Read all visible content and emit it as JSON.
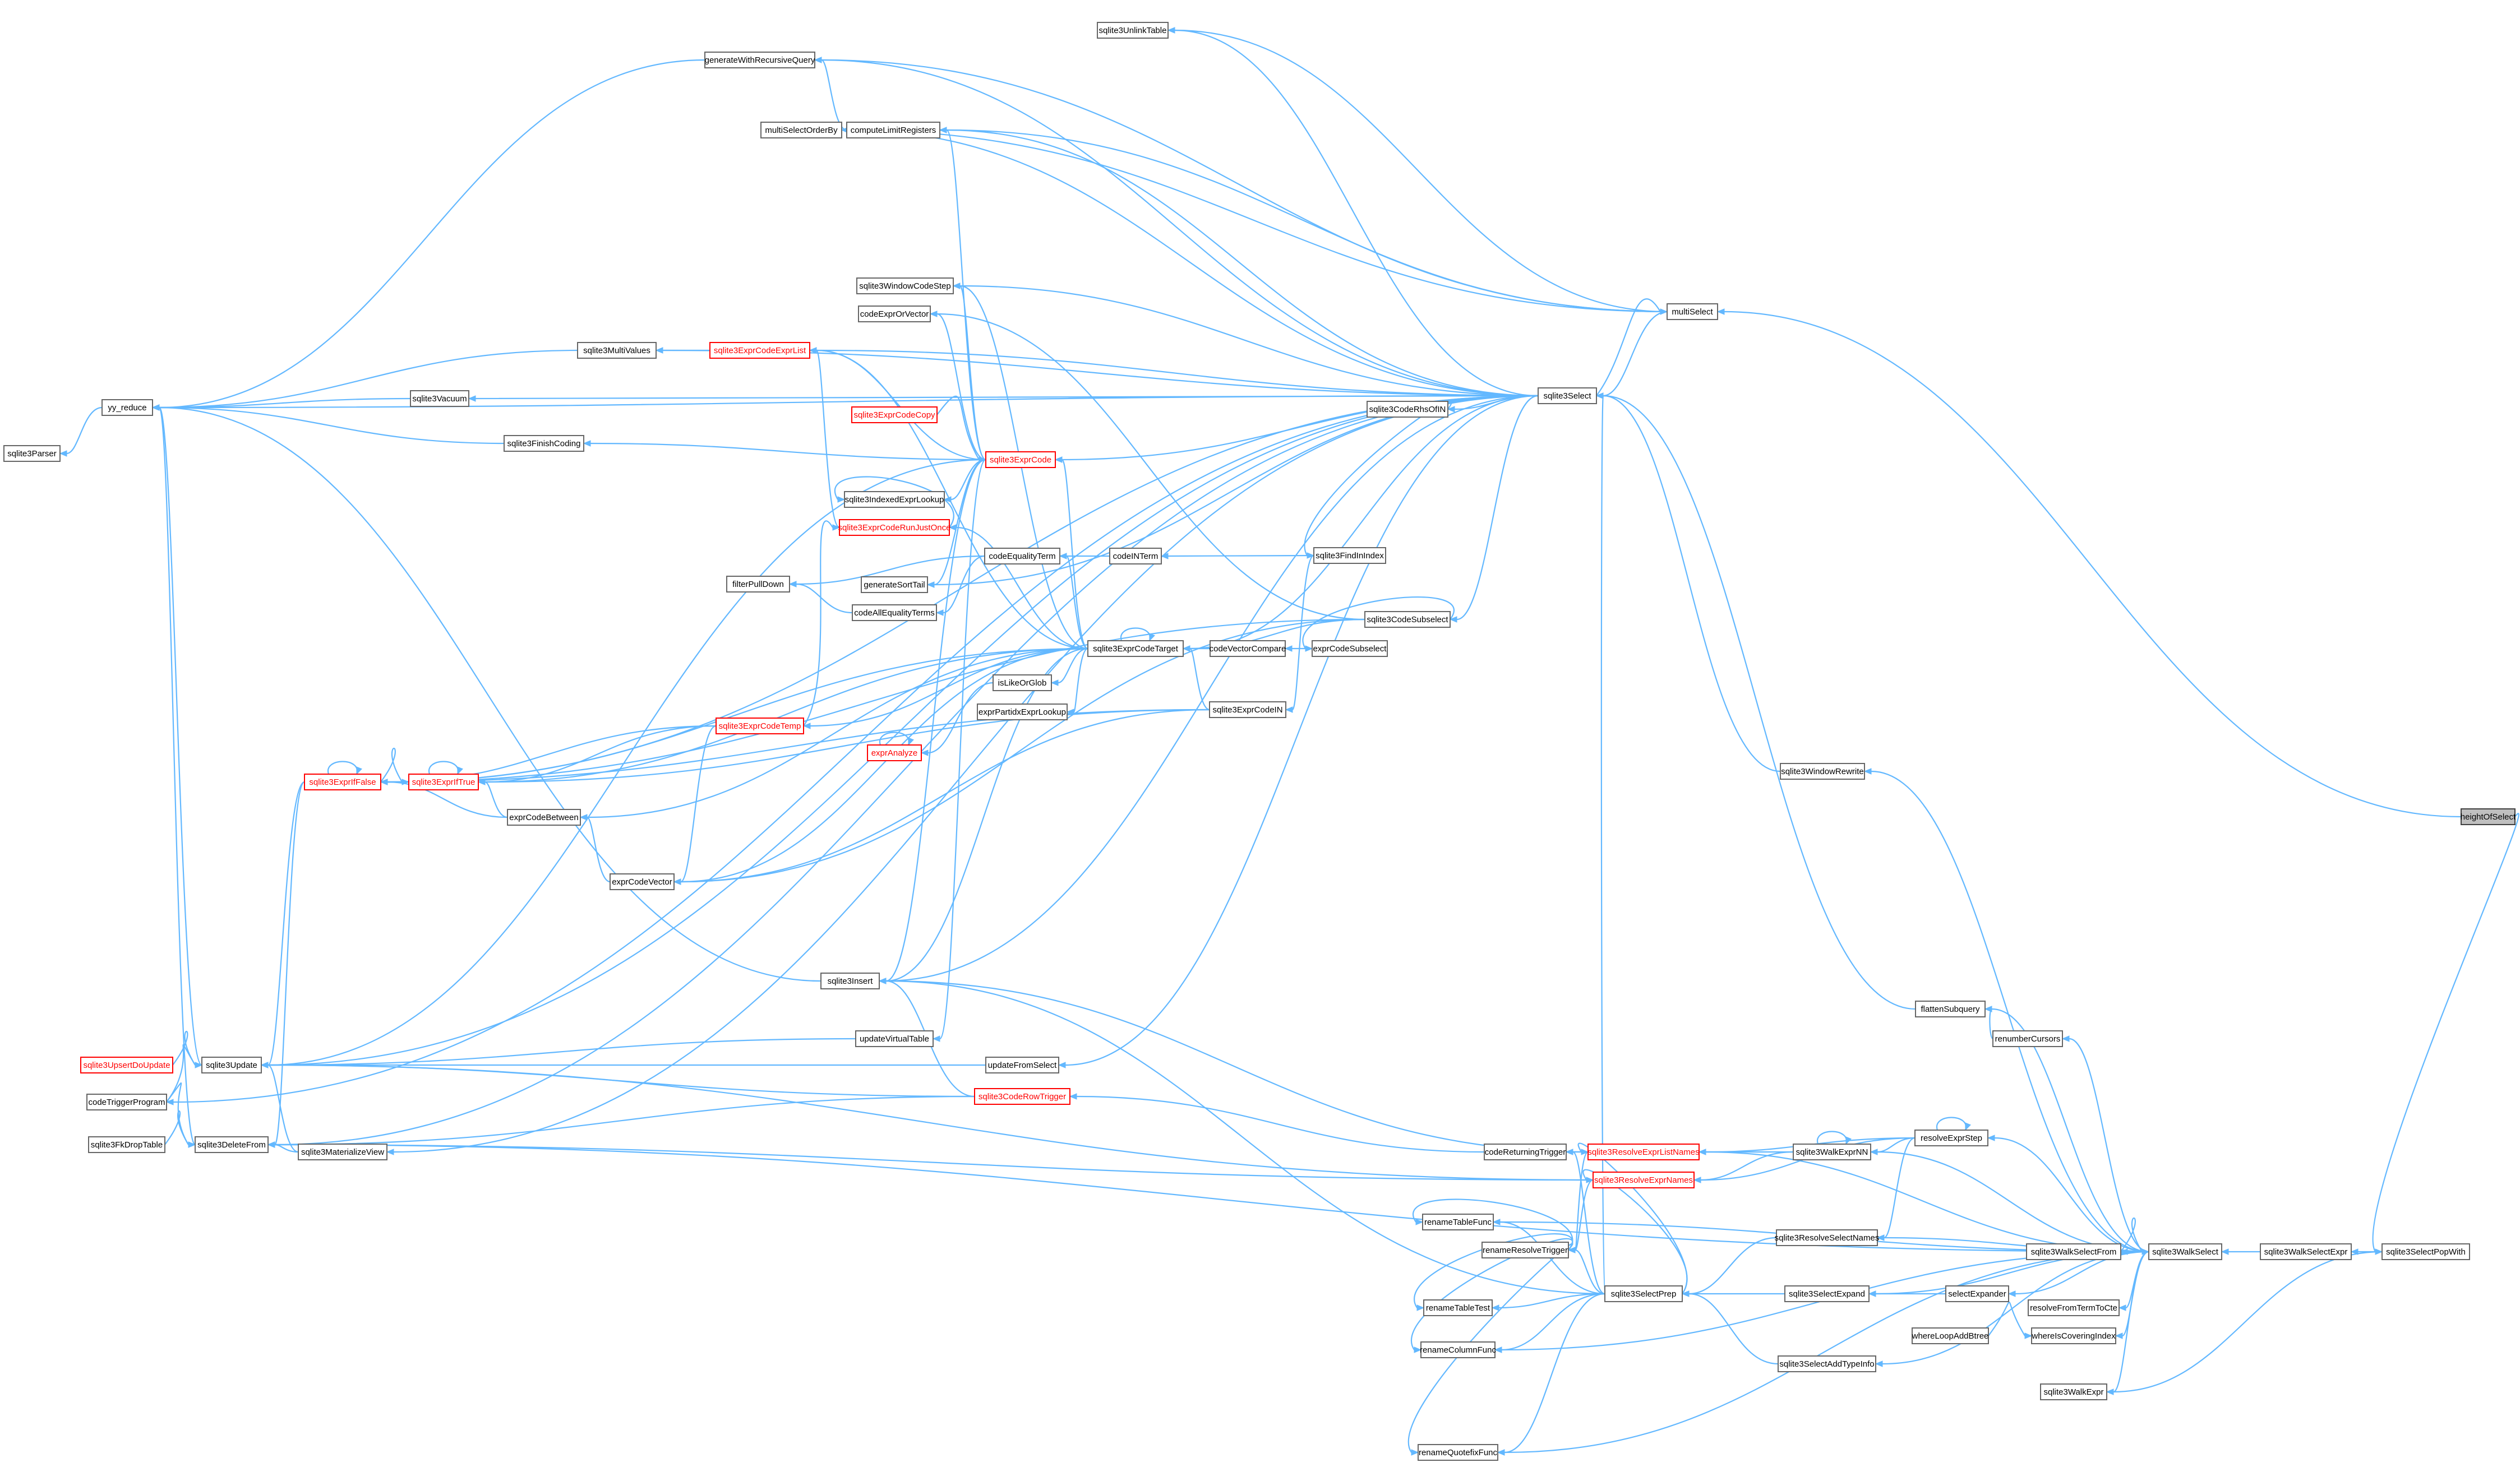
{
  "graph": {
    "nodes": [
      {
        "id": "sqlite3Parser",
        "label": "sqlite3Parser"
      },
      {
        "id": "yy_reduce",
        "label": "yy_reduce"
      },
      {
        "id": "generateWithRecursiveQuery",
        "label": "generateWithRecursiveQuery"
      },
      {
        "id": "sqlite3UnlinkTable",
        "label": "sqlite3UnlinkTable"
      },
      {
        "id": "multiSelectOrderBy",
        "label": "multiSelectOrderBy"
      },
      {
        "id": "computeLimitRegisters",
        "label": "computeLimitRegisters"
      },
      {
        "id": "sqlite3WindowCodeStep",
        "label": "sqlite3WindowCodeStep"
      },
      {
        "id": "codeExprOrVector",
        "label": "codeExprOrVector"
      },
      {
        "id": "sqlite3MultiValues",
        "label": "sqlite3MultiValues"
      },
      {
        "id": "sqlite3ExprCodeExprList",
        "label": "sqlite3ExprCodeExprList",
        "red": true
      },
      {
        "id": "sqlite3Vacuum",
        "label": "sqlite3Vacuum"
      },
      {
        "id": "sqlite3ExprCodeCopy",
        "label": "sqlite3ExprCodeCopy",
        "red": true
      },
      {
        "id": "sqlite3FinishCoding",
        "label": "sqlite3FinishCoding"
      },
      {
        "id": "sqlite3ExprCode",
        "label": "sqlite3ExprCode",
        "red": true
      },
      {
        "id": "sqlite3IndexedExprLookup",
        "label": "sqlite3IndexedExprLookup"
      },
      {
        "id": "sqlite3ExprCodeRunJustOnce",
        "label": "sqlite3ExprCodeRunJustOnce",
        "red": true
      },
      {
        "id": "codeEqualityTerm",
        "label": "codeEqualityTerm"
      },
      {
        "id": "codeINTerm",
        "label": "codeINTerm"
      },
      {
        "id": "filterPullDown",
        "label": "filterPullDown"
      },
      {
        "id": "generateSortTail",
        "label": "generateSortTail"
      },
      {
        "id": "codeAllEqualityTerms",
        "label": "codeAllEqualityTerms"
      },
      {
        "id": "sqlite3ExprCodeTarget",
        "label": "sqlite3ExprCodeTarget"
      },
      {
        "id": "codeVectorCompare",
        "label": "codeVectorCompare"
      },
      {
        "id": "exprCodeSubselect",
        "label": "exprCodeSubselect"
      },
      {
        "id": "isLikeOrGlob",
        "label": "isLikeOrGlob"
      },
      {
        "id": "exprPartidxExprLookup",
        "label": "exprPartidxExprLookup"
      },
      {
        "id": "sqlite3ExprCodeIN",
        "label": "sqlite3ExprCodeIN"
      },
      {
        "id": "sqlite3ExprCodeTemp",
        "label": "sqlite3ExprCodeTemp",
        "red": true
      },
      {
        "id": "exprAnalyze",
        "label": "exprAnalyze",
        "red": true
      },
      {
        "id": "sqlite3ExprIfFalse",
        "label": "sqlite3ExprIfFalse",
        "red": true
      },
      {
        "id": "sqlite3ExprIfTrue",
        "label": "sqlite3ExprIfTrue",
        "red": true
      },
      {
        "id": "exprCodeBetween",
        "label": "exprCodeBetween"
      },
      {
        "id": "exprCodeVector",
        "label": "exprCodeVector"
      },
      {
        "id": "sqlite3Insert",
        "label": "sqlite3Insert"
      },
      {
        "id": "updateVirtualTable",
        "label": "updateVirtualTable"
      },
      {
        "id": "sqlite3UpsertDoUpdate",
        "label": "sqlite3UpsertDoUpdate",
        "red": true
      },
      {
        "id": "sqlite3Update",
        "label": "sqlite3Update"
      },
      {
        "id": "updateFromSelect",
        "label": "updateFromSelect"
      },
      {
        "id": "codeTriggerProgram",
        "label": "codeTriggerProgram"
      },
      {
        "id": "sqlite3CodeRowTrigger",
        "label": "sqlite3CodeRowTrigger",
        "red": true
      },
      {
        "id": "sqlite3FkDropTable",
        "label": "sqlite3FkDropTable"
      },
      {
        "id": "sqlite3DeleteFrom",
        "label": "sqlite3DeleteFrom"
      },
      {
        "id": "sqlite3MaterializeView",
        "label": "sqlite3MaterializeView"
      },
      {
        "id": "sqlite3CodeRhsOfIN",
        "label": "sqlite3CodeRhsOfIN"
      },
      {
        "id": "sqlite3FindInIndex",
        "label": "sqlite3FindInIndex"
      },
      {
        "id": "sqlite3CodeSubselect",
        "label": "sqlite3CodeSubselect"
      },
      {
        "id": "sqlite3Select",
        "label": "sqlite3Select"
      },
      {
        "id": "multiSelect",
        "label": "multiSelect"
      },
      {
        "id": "sqlite3WindowRewrite",
        "label": "sqlite3WindowRewrite"
      },
      {
        "id": "codeReturningTrigger",
        "label": "codeReturningTrigger"
      },
      {
        "id": "sqlite3ResolveExprListNames",
        "label": "sqlite3ResolveExprListNames",
        "red": true
      },
      {
        "id": "sqlite3ResolveExprNames",
        "label": "sqlite3ResolveExprNames",
        "red": true
      },
      {
        "id": "sqlite3WalkExprNN",
        "label": "sqlite3WalkExprNN"
      },
      {
        "id": "renameTableFunc",
        "label": "renameTableFunc"
      },
      {
        "id": "renameResolveTrigger",
        "label": "renameResolveTrigger"
      },
      {
        "id": "renameTableTest",
        "label": "renameTableTest"
      },
      {
        "id": "renameColumnFunc",
        "label": "renameColumnFunc"
      },
      {
        "id": "renameQuotefixFunc",
        "label": "renameQuotefixFunc"
      },
      {
        "id": "sqlite3SelectPrep",
        "label": "sqlite3SelectPrep"
      },
      {
        "id": "sqlite3ResolveSelectNames",
        "label": "sqlite3ResolveSelectNames"
      },
      {
        "id": "sqlite3SelectExpand",
        "label": "sqlite3SelectExpand"
      },
      {
        "id": "sqlite3SelectAddTypeInfo",
        "label": "sqlite3SelectAddTypeInfo"
      },
      {
        "id": "flattenSubquery",
        "label": "flattenSubquery"
      },
      {
        "id": "renumberCursors",
        "label": "renumberCursors"
      },
      {
        "id": "resolveExprStep",
        "label": "resolveExprStep"
      },
      {
        "id": "sqlite3WalkSelectFrom",
        "label": "sqlite3WalkSelectFrom"
      },
      {
        "id": "selectExpander",
        "label": "selectExpander"
      },
      {
        "id": "resolveFromTermToCte",
        "label": "resolveFromTermToCte"
      },
      {
        "id": "whereLoopAddBtree",
        "label": "whereLoopAddBtree"
      },
      {
        "id": "whereIsCoveringIndex",
        "label": "whereIsCoveringIndex"
      },
      {
        "id": "sqlite3WalkExpr",
        "label": "sqlite3WalkExpr"
      },
      {
        "id": "sqlite3WalkSelect",
        "label": "sqlite3WalkSelect"
      },
      {
        "id": "sqlite3WalkSelectExpr",
        "label": "sqlite3WalkSelectExpr"
      },
      {
        "id": "sqlite3SelectPopWith",
        "label": "sqlite3SelectPopWith"
      },
      {
        "id": "heightOfSelect",
        "label": "heightOfSelect",
        "focus": true
      }
    ],
    "edges": [
      [
        "yy_reduce",
        "sqlite3Parser"
      ],
      [
        "generateWithRecursiveQuery",
        "yy_reduce"
      ],
      [
        "sqlite3Vacuum",
        "yy_reduce"
      ],
      [
        "sqlite3FinishCoding",
        "yy_reduce"
      ],
      [
        "sqlite3MultiValues",
        "yy_reduce"
      ],
      [
        "sqlite3Insert",
        "yy_reduce"
      ],
      [
        "sqlite3Update",
        "yy_reduce"
      ],
      [
        "sqlite3DeleteFrom",
        "yy_reduce"
      ],
      [
        "codeTriggerProgram",
        "sqlite3Update"
      ],
      [
        "sqlite3UpsertDoUpdate",
        "sqlite3Update"
      ],
      [
        "codeTriggerProgram",
        "sqlite3DeleteFrom"
      ],
      [
        "sqlite3FkDropTable",
        "sqlite3DeleteFrom"
      ],
      [
        "sqlite3ExprCodeExprList",
        "sqlite3MultiValues"
      ],
      [
        "computeLimitRegisters",
        "generateWithRecursiveQuery"
      ],
      [
        "computeLimitRegisters",
        "multiSelectOrderBy"
      ],
      [
        "sqlite3ExprCode",
        "computeLimitRegisters"
      ],
      [
        "sqlite3ExprCode",
        "sqlite3WindowCodeStep"
      ],
      [
        "sqlite3ExprCode",
        "codeExprOrVector"
      ],
      [
        "sqlite3ExprCode",
        "sqlite3ExprCodeExprList"
      ],
      [
        "sqlite3ExprCode",
        "sqlite3FinishCoding"
      ],
      [
        "sqlite3ExprCode",
        "sqlite3IndexedExprLookup"
      ],
      [
        "sqlite3ExprCode",
        "sqlite3Insert"
      ],
      [
        "sqlite3ExprCode",
        "generateSortTail"
      ],
      [
        "sqlite3ExprCode",
        "sqlite3Update"
      ],
      [
        "sqlite3ExprCode",
        "updateVirtualTable"
      ],
      [
        "sqlite3ExprCodeCopy",
        "sqlite3ExprCode"
      ],
      [
        "sqlite3ExprCodeRunJustOnce",
        "sqlite3ExprCodeExprList"
      ],
      [
        "sqlite3ExprCodeRunJustOnce",
        "sqlite3IndexedExprLookup"
      ],
      [
        "sqlite3ExprCodeTarget",
        "sqlite3ExprCode"
      ],
      [
        "sqlite3ExprCodeTarget",
        "sqlite3ExprCodeExprList"
      ],
      [
        "sqlite3ExprCodeTarget",
        "sqlite3ExprCodeRunJustOnce"
      ],
      [
        "sqlite3ExprCodeTarget",
        "sqlite3WindowCodeStep"
      ],
      [
        "sqlite3ExprCodeTarget",
        "codeEqualityTerm"
      ],
      [
        "sqlite3ExprCodeTarget",
        "sqlite3ExprCodeTemp"
      ],
      [
        "sqlite3ExprCodeTarget",
        "sqlite3ExprIfFalse"
      ],
      [
        "sqlite3ExprCodeTarget",
        "sqlite3ExprIfTrue"
      ],
      [
        "sqlite3ExprCodeTarget",
        "exprCodeBetween"
      ],
      [
        "sqlite3ExprCodeTarget",
        "exprCodeVector"
      ],
      [
        "sqlite3ExprCodeTarget",
        "isLikeOrGlob"
      ],
      [
        "sqlite3ExprCodeTarget",
        "exprPartidxExprLookup"
      ],
      [
        "sqlite3ExprCodeTarget",
        "sqlite3Insert"
      ],
      [
        "sqlite3ExprCodeTarget",
        "sqlite3ExprCodeTarget"
      ],
      [
        "codeVectorCompare",
        "sqlite3ExprCodeTarget"
      ],
      [
        "exprCodeSubselect",
        "codeVectorCompare"
      ],
      [
        "sqlite3CodeSubselect",
        "exprCodeSubselect"
      ],
      [
        "sqlite3CodeSubselect",
        "sqlite3ExprCodeTarget"
      ],
      [
        "sqlite3CodeSubselect",
        "sqlite3ExprIfFalse"
      ],
      [
        "sqlite3CodeSubselect",
        "exprCodeVector"
      ],
      [
        "sqlite3CodeSubselect",
        "codeExprOrVector"
      ],
      [
        "sqlite3ExprCodeIN",
        "sqlite3ExprCodeTarget"
      ],
      [
        "sqlite3ExprCodeIN",
        "sqlite3ExprIfFalse"
      ],
      [
        "sqlite3ExprCodeIN",
        "sqlite3ExprIfTrue"
      ],
      [
        "sqlite3ExprCodeIN",
        "exprCodeVector"
      ],
      [
        "sqlite3FindInIndex",
        "codeINTerm"
      ],
      [
        "sqlite3FindInIndex",
        "sqlite3ExprCodeIN"
      ],
      [
        "codeINTerm",
        "codeEqualityTerm"
      ],
      [
        "codeEqualityTerm",
        "codeAllEqualityTerms"
      ],
      [
        "codeEqualityTerm",
        "filterPullDown"
      ],
      [
        "codeAllEqualityTerms",
        "filterPullDown"
      ],
      [
        "sqlite3ExprCodeTemp",
        "sqlite3ExprCodeRunJustOnce"
      ],
      [
        "sqlite3ExprCodeTemp",
        "sqlite3ExprIfFalse"
      ],
      [
        "sqlite3ExprCodeTemp",
        "sqlite3ExprIfTrue"
      ],
      [
        "sqlite3ExprCodeTemp",
        "exprCodeVector"
      ],
      [
        "sqlite3ExprIfFalse",
        "sqlite3ExprIfFalse"
      ],
      [
        "sqlite3ExprIfTrue",
        "sqlite3ExprIfTrue"
      ],
      [
        "sqlite3ExprIfFalse",
        "sqlite3ExprIfTrue"
      ],
      [
        "sqlite3ExprIfTrue",
        "sqlite3ExprIfFalse"
      ],
      [
        "exprCodeBetween",
        "sqlite3ExprIfFalse"
      ],
      [
        "exprCodeBetween",
        "sqlite3ExprIfTrue"
      ],
      [
        "exprCodeVector",
        "exprCodeBetween"
      ],
      [
        "exprAnalyze",
        "exprAnalyze"
      ],
      [
        "isLikeOrGlob",
        "exprAnalyze"
      ],
      [
        "sqlite3ExprIfFalse",
        "sqlite3Update"
      ],
      [
        "sqlite3ExprIfFalse",
        "sqlite3DeleteFrom"
      ],
      [
        "sqlite3CodeRhsOfIN",
        "sqlite3FindInIndex"
      ],
      [
        "sqlite3Select",
        "sqlite3CodeRhsOfIN"
      ],
      [
        "sqlite3Select",
        "sqlite3CodeSubselect"
      ],
      [
        "sqlite3Select",
        "sqlite3UnlinkTable"
      ],
      [
        "sqlite3Select",
        "multiSelectOrderBy"
      ],
      [
        "sqlite3Select",
        "computeLimitRegisters"
      ],
      [
        "sqlite3Select",
        "generateWithRecursiveQuery"
      ],
      [
        "sqlite3Select",
        "sqlite3WindowCodeStep"
      ],
      [
        "sqlite3Select",
        "sqlite3MultiValues"
      ],
      [
        "sqlite3Select",
        "sqlite3ExprCodeExprList"
      ],
      [
        "sqlite3Select",
        "sqlite3Vacuum"
      ],
      [
        "sqlite3Select",
        "sqlite3ExprCode"
      ],
      [
        "sqlite3Select",
        "yy_reduce"
      ],
      [
        "sqlite3Select",
        "sqlite3Insert"
      ],
      [
        "sqlite3Select",
        "sqlite3Update"
      ],
      [
        "sqlite3Select",
        "sqlite3DeleteFrom"
      ],
      [
        "sqlite3Select",
        "updateFromSelect"
      ],
      [
        "sqlite3Select",
        "sqlite3MaterializeView"
      ],
      [
        "sqlite3Select",
        "sqlite3ExprIfFalse"
      ],
      [
        "sqlite3Select",
        "sqlite3ExprCodeTarget"
      ],
      [
        "sqlite3Select",
        "codeTriggerProgram"
      ],
      [
        "sqlite3Select",
        "multiSelect"
      ],
      [
        "sqlite3Select",
        "generateSortTail"
      ],
      [
        "multiSelect",
        "sqlite3Select"
      ],
      [
        "multiSelect",
        "sqlite3UnlinkTable"
      ],
      [
        "multiSelect",
        "computeLimitRegisters"
      ],
      [
        "multiSelect",
        "multiSelectOrderBy"
      ],
      [
        "multiSelect",
        "generateWithRecursiveQuery"
      ],
      [
        "sqlite3WindowRewrite",
        "sqlite3Select"
      ],
      [
        "flattenSubquery",
        "sqlite3Select"
      ],
      [
        "sqlite3SelectPrep",
        "sqlite3Select"
      ],
      [
        "sqlite3SelectPrep",
        "sqlite3Insert"
      ],
      [
        "sqlite3SelectPrep",
        "renameTableFunc"
      ],
      [
        "sqlite3SelectPrep",
        "renameResolveTrigger"
      ],
      [
        "sqlite3SelectPrep",
        "renameTableTest"
      ],
      [
        "sqlite3SelectPrep",
        "renameColumnFunc"
      ],
      [
        "sqlite3SelectPrep",
        "renameQuotefixFunc"
      ],
      [
        "sqlite3SelectPrep",
        "codeReturningTrigger"
      ],
      [
        "sqlite3SelectPrep",
        "sqlite3ResolveExprListNames"
      ],
      [
        "sqlite3SelectPrep",
        "sqlite3ResolveExprNames"
      ],
      [
        "updateFromSelect",
        "sqlite3Update"
      ],
      [
        "updateVirtualTable",
        "sqlite3Update"
      ],
      [
        "sqlite3MaterializeView",
        "sqlite3Update"
      ],
      [
        "sqlite3MaterializeView",
        "sqlite3DeleteFrom"
      ],
      [
        "sqlite3CodeRowTrigger",
        "sqlite3Update"
      ],
      [
        "sqlite3CodeRowTrigger",
        "sqlite3Insert"
      ],
      [
        "sqlite3CodeRowTrigger",
        "sqlite3DeleteFrom"
      ],
      [
        "codeReturningTrigger",
        "sqlite3CodeRowTrigger"
      ],
      [
        "sqlite3ResolveExprListNames",
        "codeReturningTrigger"
      ],
      [
        "sqlite3ResolveExprListNames",
        "sqlite3Insert"
      ],
      [
        "sqlite3ResolveExprListNames",
        "renameResolveTrigger"
      ],
      [
        "sqlite3ResolveExprNames",
        "sqlite3DeleteFrom"
      ],
      [
        "sqlite3ResolveExprNames",
        "sqlite3Update"
      ],
      [
        "sqlite3ResolveExprNames",
        "renameResolveTrigger"
      ],
      [
        "sqlite3WalkExprNN",
        "sqlite3ResolveExprListNames"
      ],
      [
        "sqlite3WalkExprNN",
        "sqlite3ResolveExprNames"
      ],
      [
        "sqlite3WalkExprNN",
        "sqlite3WalkExprNN"
      ],
      [
        "renameResolveTrigger",
        "renameTableFunc"
      ],
      [
        "renameResolveTrigger",
        "renameTableTest"
      ],
      [
        "renameResolveTrigger",
        "renameColumnFunc"
      ],
      [
        "renameResolveTrigger",
        "renameQuotefixFunc"
      ],
      [
        "sqlite3ResolveSelectNames",
        "sqlite3SelectPrep"
      ],
      [
        "sqlite3SelectExpand",
        "sqlite3SelectPrep"
      ],
      [
        "sqlite3SelectAddTypeInfo",
        "sqlite3SelectPrep"
      ],
      [
        "resolveExprStep",
        "sqlite3ResolveExprListNames"
      ],
      [
        "resolveExprStep",
        "sqlite3ResolveExprNames"
      ],
      [
        "resolveExprStep",
        "sqlite3WalkExprNN"
      ],
      [
        "resolveExprStep",
        "resolveExprStep"
      ],
      [
        "resolveExprStep",
        "sqlite3ResolveSelectNames"
      ],
      [
        "selectExpander",
        "sqlite3SelectExpand"
      ],
      [
        "whereLoopAddBtree",
        "whereIsCoveringIndex"
      ],
      [
        "renumberCursors",
        "flattenSubquery"
      ],
      [
        "sqlite3WalkSelect",
        "sqlite3WindowRewrite"
      ],
      [
        "sqlite3WalkSelect",
        "flattenSubquery"
      ],
      [
        "sqlite3WalkSelect",
        "renumberCursors"
      ],
      [
        "sqlite3WalkSelect",
        "resolveExprStep"
      ],
      [
        "sqlite3WalkSelect",
        "sqlite3WalkExprNN"
      ],
      [
        "sqlite3WalkSelect",
        "sqlite3ResolveSelectNames"
      ],
      [
        "sqlite3WalkSelect",
        "renameTableFunc"
      ],
      [
        "sqlite3WalkSelect",
        "sqlite3WalkSelectFrom"
      ],
      [
        "sqlite3WalkSelect",
        "selectExpander"
      ],
      [
        "sqlite3WalkSelect",
        "resolveFromTermToCte"
      ],
      [
        "sqlite3WalkSelect",
        "whereIsCoveringIndex"
      ],
      [
        "sqlite3WalkSelect",
        "sqlite3SelectAddTypeInfo"
      ],
      [
        "sqlite3WalkSelect",
        "sqlite3SelectExpand"
      ],
      [
        "sqlite3WalkSelect",
        "sqlite3WalkExpr"
      ],
      [
        "sqlite3WalkSelect",
        "renameColumnFunc"
      ],
      [
        "sqlite3WalkSelect",
        "renameQuotefixFunc"
      ],
      [
        "sqlite3WalkSelect",
        "sqlite3DeleteFrom"
      ],
      [
        "sqlite3WalkSelect",
        "sqlite3ResolveExprListNames"
      ],
      [
        "sqlite3WalkSelectFrom",
        "sqlite3WalkSelect"
      ],
      [
        "sqlite3WalkSelectExpr",
        "sqlite3WalkSelect"
      ],
      [
        "sqlite3SelectPopWith",
        "sqlite3WalkSelectExpr"
      ],
      [
        "sqlite3SelectPopWith",
        "sqlite3WalkExpr"
      ],
      [
        "heightOfSelect",
        "multiSelect"
      ],
      [
        "heightOfSelect",
        "sqlite3SelectPopWith"
      ]
    ]
  }
}
